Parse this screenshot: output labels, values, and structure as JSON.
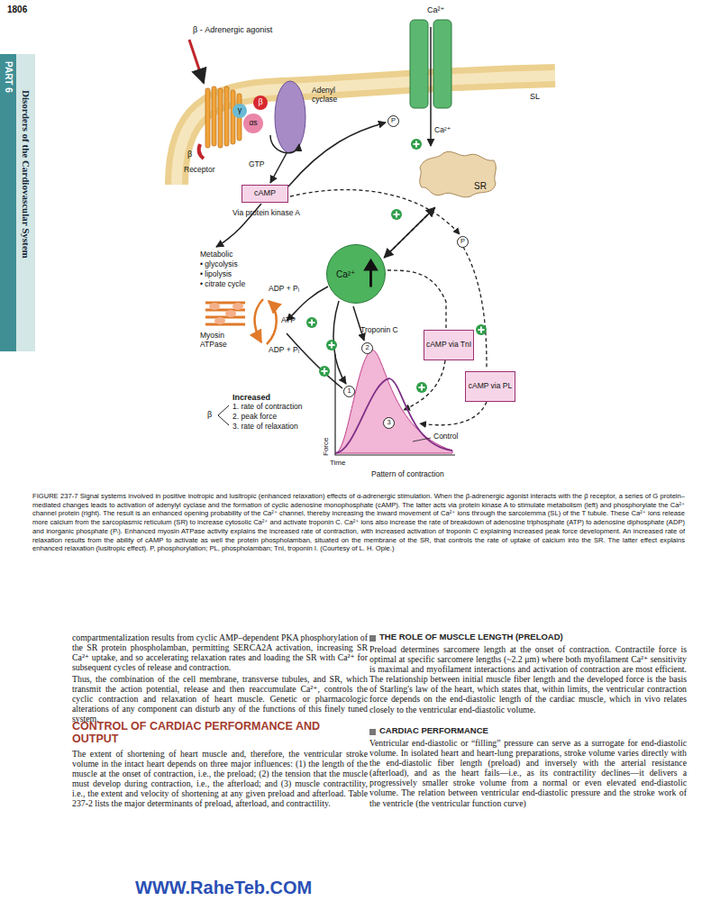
{
  "diagram": {
    "caption": "FIGURE 237-7 Signal systems involved in positive inotropic and lusitropic (enhanced relaxation) effects of α-adrenergic stimulation. When the β-adrenergic agonist interacts with the β receptor, a series of G protein–mediated changes leads to activation of adenylyl cyclase and the formation of cyclic adenosine monophosphate (cAMP). The latter acts via protein kinase A to stimulate metabolism (left) and phosphorylate the Ca²⁺ channel protein (right). The result is an enhanced opening probability of the Ca²⁺ channel, thereby increasing the inward movement of Ca²⁺ ions through the sarcolemma (SL) of the T tubule. These Ca²⁺ ions release more calcium from the sarcoplasmic reticulum (SR) to increase cytosolic Ca²⁺ and activate troponin C. Ca²⁺ ions also increase the rate of breakdown of adenosine triphosphate (ATP) to adenosine diphosphate (ADP) and inorganic phosphate (Pᵢ). Enhanced myosin ATPase activity explains the increased rate of contraction, with increased activation of troponin C explaining increased peak force development. An increased rate of relaxation results from the ability of cAMP to activate as well the protein phospholamban, situated on the membrane of the SR, that controls the rate of uptake of calcium into the SR. The latter effect explains enhanced relaxation (lusitropic effect). P, phosphorylation; PL, phospholamban; TnI, troponin I. (Courtesy of L. H. Opie.)",
    "nodes": [
      {
        "text": [
          "β"
        ]
      },
      {
        "text": [
          "γ"
        ]
      },
      {
        "text": [
          "αs"
        ]
      },
      {
        "text": [
          "P"
        ]
      },
      {
        "text": [
          "SR"
        ]
      },
      {
        "text": [
          "cAMP"
        ]
      },
      {
        "text": [
          "P"
        ]
      },
      {
        "text": [
          "Ca²⁺"
        ]
      },
      {
        "text": [
          "cAMP via TnI"
        ]
      },
      {
        "text": [
          "2"
        ]
      },
      {
        "text": [
          "cAMP via PL"
        ]
      },
      {
        "text": [
          "1"
        ]
      },
      {
        "text": [
          "3"
        ]
      }
    ],
    "edges": [
      {
        "from": 4,
        "to": 7,
        "arrow": "to"
      },
      {
        "from": 7,
        "to": 4,
        "arrow": "to"
      }
    ],
    "labels": [
      "1806",
      "PART 6",
      "Disorders of the Cardiovascular System",
      "β - Adrenergic agonist",
      "Ca²⁺",
      "Adenyl cyclase",
      "SL",
      "Ca²⁺",
      "GTP",
      "β",
      "Receptor",
      "Via protein kinase A",
      "Metabolic",
      "• glycolysis",
      "• lipolysis",
      "• citrate cycle",
      "ADP + Pᵢ",
      "ATP",
      "Myosin ATPase",
      "ADP + Pᵢ",
      "Troponin C",
      "Increased",
      "β",
      "1. rate of contraction",
      "2. peak force",
      "3. rate of relaxation",
      "Control",
      "Force",
      "Time",
      "Pattern of contraction",
      "compartmentalization results from cyclic AMP–dependent PKA phosphorylation of the SR protein phospholamban, permitting SERCA2A activation, increasing SR Ca²⁺ uptake, and so accelerating relaxation rates and loading the SR with Ca²⁺ for subsequent cycles of release and contraction.",
      "Thus, the combination of the cell membrane, transverse tubules, and SR, which transmit the action potential, release and then reaccumulate Ca²⁺, controls the cyclic contraction and relaxation of heart muscle. Genetic or pharmacologic alterations of any component can disturb any of the functions of this finely tuned system.",
      "CONTROL OF CARDIAC PERFORMANCE AND OUTPUT",
      "The extent of shortening of heart muscle and, therefore, the ventricular stroke volume in the intact heart depends on three major influences: (1) the length of the muscle at the onset of contraction, i.e., the preload; (2) the tension that the muscle must develop during contraction, i.e., the afterload; and (3) muscle contractility, i.e., the extent and velocity of shortening at any given preload and afterload. Table 237-2 lists the major determinants of preload, afterload, and contractility.",
      "THE ROLE OF MUSCLE LENGTH (PRELOAD)",
      "Preload determines sarcomere length at the onset of contraction. Contractile force is optimal at specific sarcomere lengths (~2.2 μm) where both myofilament Ca²⁺ sensitivity is maximal and myofilament interactions and activation of contraction are most efficient. The relationship between initial muscle fiber length and the developed force is the basis of Starling's law of the heart, which states that, within limits, the ventricular contraction force depends on the end-diastolic length of the cardiac muscle, which in vivo relates closely to the ventricular end-diastolic volume.",
      "CARDIAC PERFORMANCE",
      "Ventricular end-diastolic or “filling” pressure can serve as a surrogate for end-diastolic volume. In isolated heart and heart-lung preparations, stroke volume varies directly with the end-diastolic fiber length (preload) and inversely with the arterial resistance (afterload), and as the heart fails—i.e., as its contractility declines—it delivers a progressively smaller stroke volume from a normal or even elevated end-diastolic volume. The relation between ventricular end-diastolic pressure and the stroke work of the ventricle (the ventricular function curve)",
      "WWW.RaheTeb.COM"
    ]
  }
}
